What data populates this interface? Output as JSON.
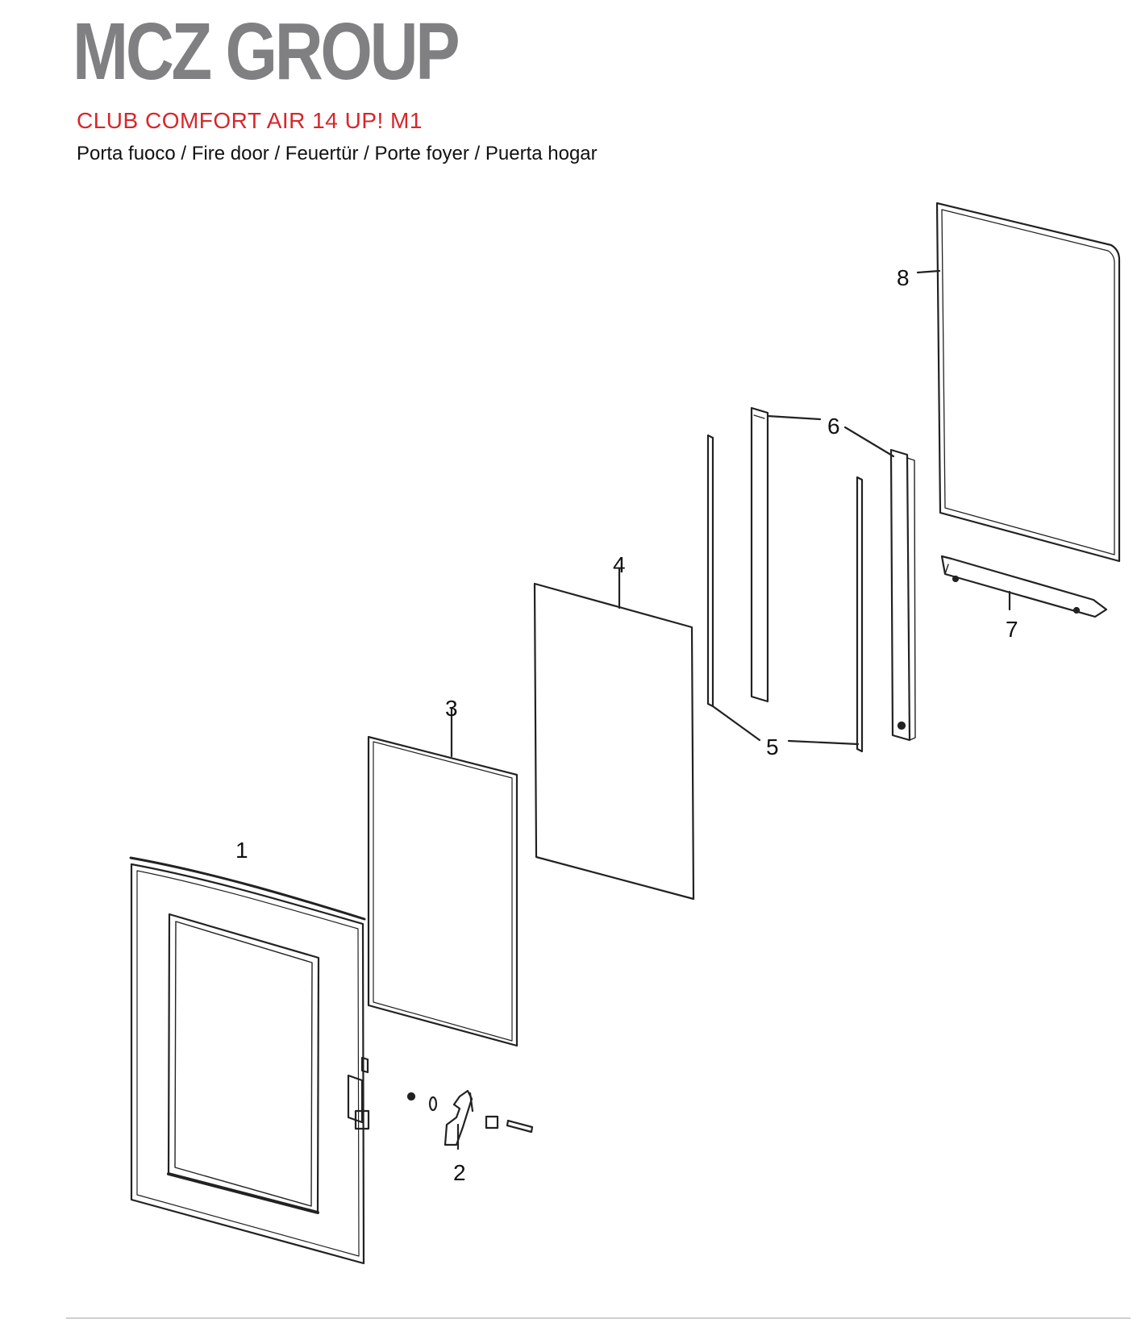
{
  "brand": "MCZ GROUP",
  "model": "CLUB COMFORT AIR 14 UP! M1",
  "subtitle": "Porta fuoco / Fire door / Feuertür / Porte foyer / Puerta hogar",
  "colors": {
    "brand_gray": "#808083",
    "model_red": "#d7262b",
    "line": "#222222"
  },
  "part_labels": [
    "1",
    "2",
    "3",
    "4",
    "5",
    "6",
    "7",
    "8"
  ]
}
